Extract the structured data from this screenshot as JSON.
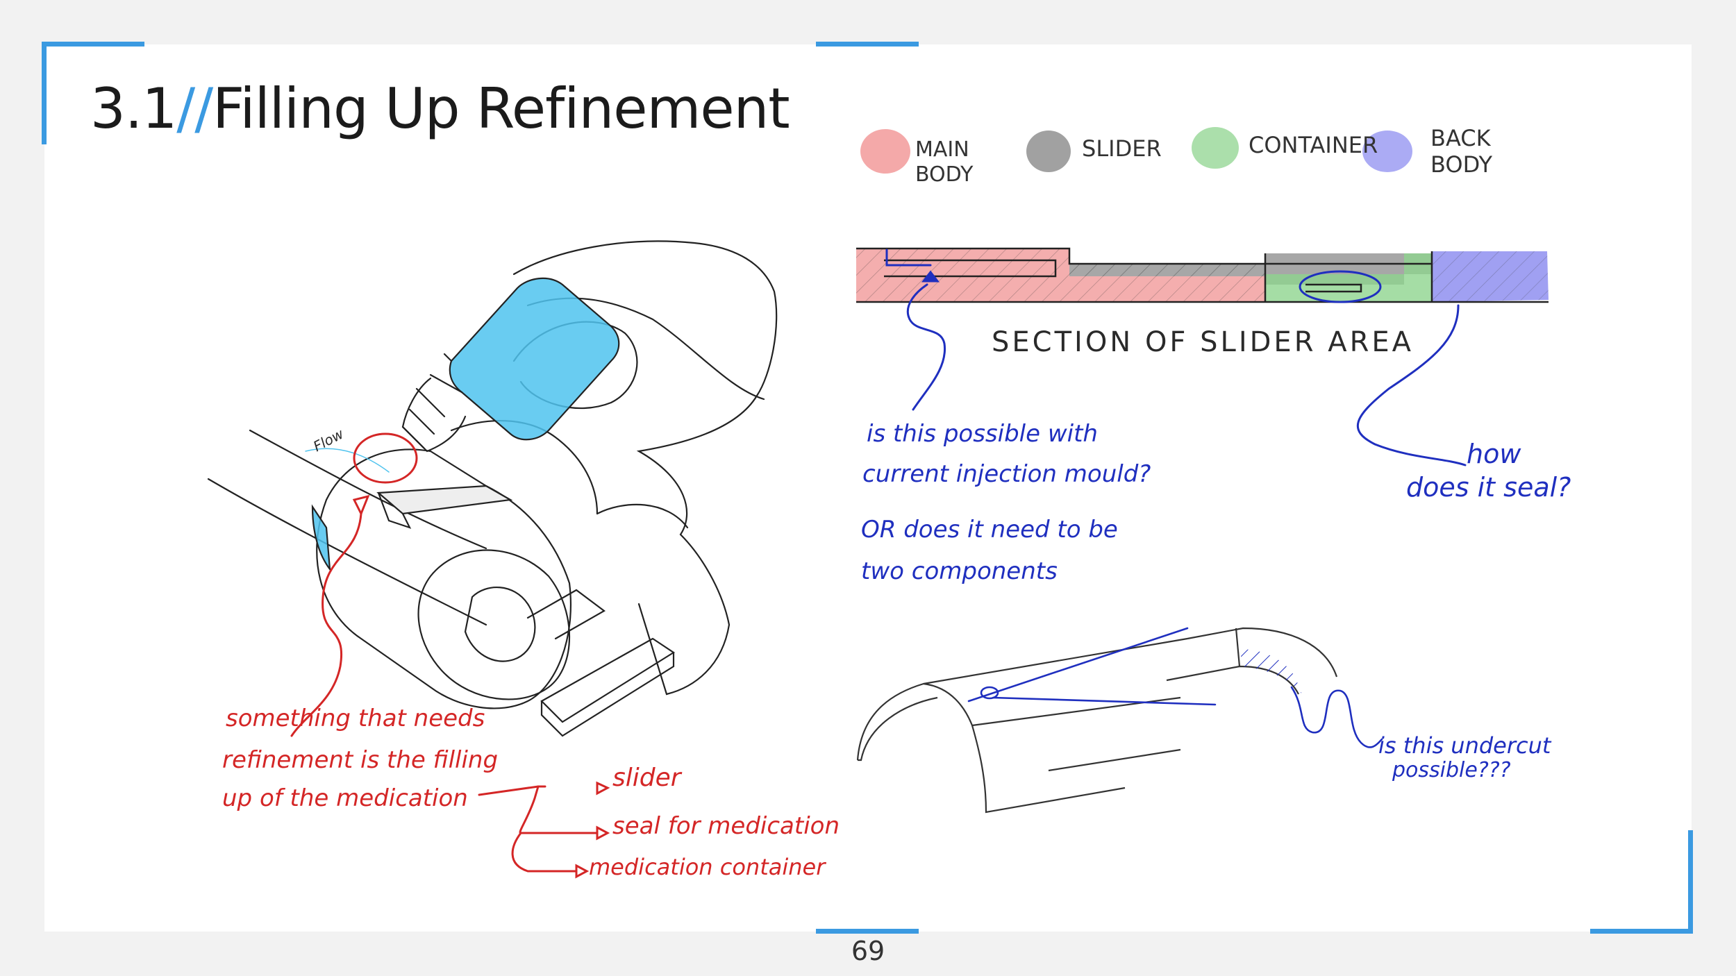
{
  "slide": {
    "title_number": "3.1",
    "title_slashes": "//",
    "title_text": "Filling Up Refinement",
    "page_number": "69"
  },
  "legend": {
    "main_body": "MAIN BODY",
    "slider": "SLIDER",
    "container": "CONTAINER",
    "back_body": "BACK BODY"
  },
  "section_label": "SECTION OF SLIDER AREA",
  "notes_left": {
    "line1": "something that needs",
    "line2": "refinement is the filling",
    "line3": "up of the medication",
    "branch_slider": "slider",
    "branch_seal": "seal for medication",
    "branch_container": "medication container",
    "sketch_tag": "Flow"
  },
  "notes_right": {
    "q1_line1": "is this possible with",
    "q1_line2": "current injection mould?",
    "q1_line3": "OR does it need to be",
    "q1_line4": "two components",
    "q2_line1": "how",
    "q2_line2": "does it seal?",
    "q3_line1": "is this undercut",
    "q3_line2": "possible???"
  },
  "colors": {
    "accent": "#3b9ae1",
    "main_body": "#f08c8c",
    "slider": "#8a8a8a",
    "container": "#8fd48f",
    "back_body": "#8f8ff0",
    "annotation_red": "#d42626",
    "annotation_blue": "#1f2fbf"
  }
}
